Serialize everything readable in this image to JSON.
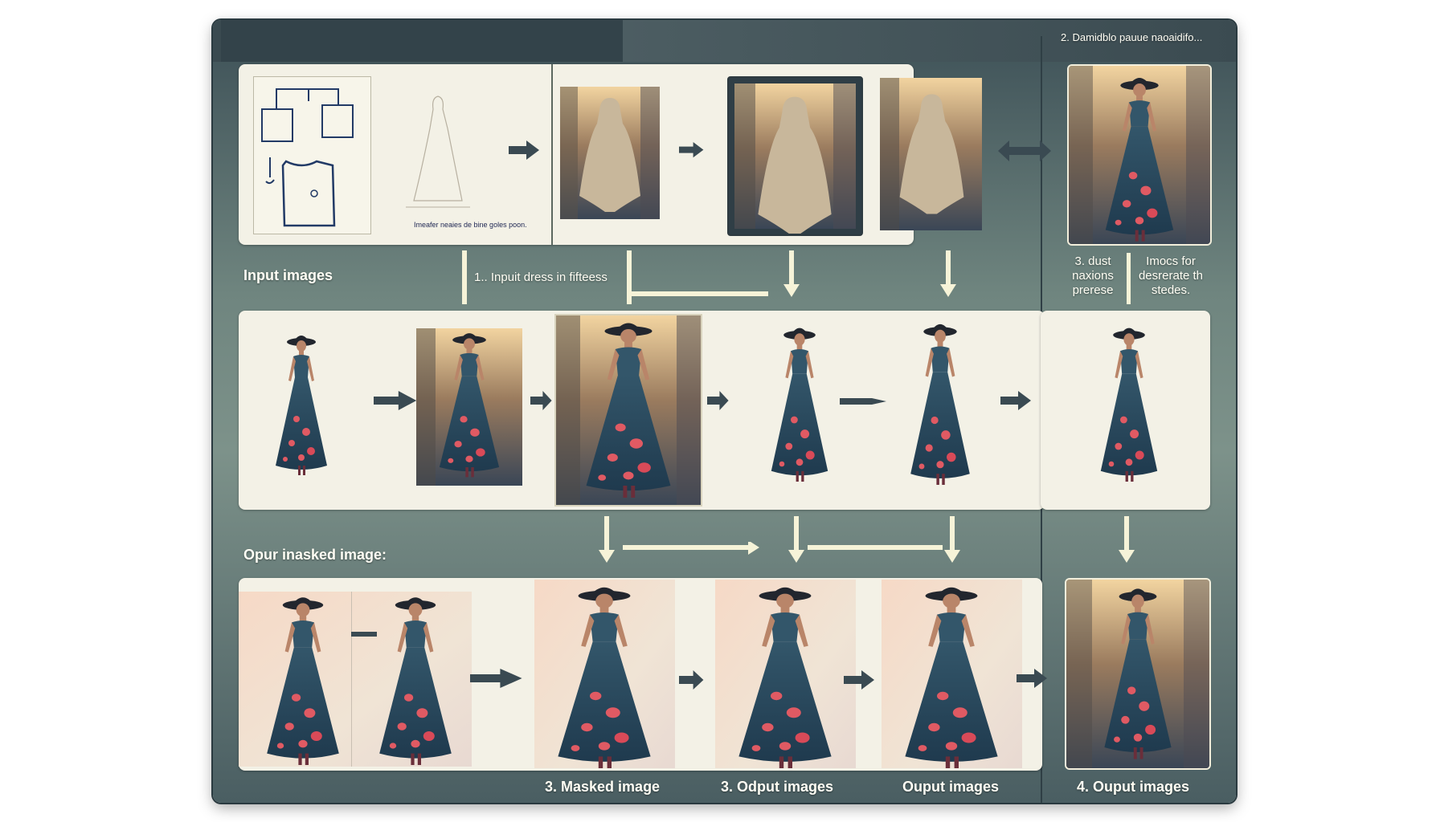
{
  "header": {
    "step_label": "2. Damidblo pauue naoaidifo..."
  },
  "row1": {
    "sketch_caption": "Imeafer neaies de bine goles poon.",
    "side_caption_a": "3. dust naxions prerese",
    "side_caption_b": "Imocs for desrerate th stedes."
  },
  "labels": {
    "input_images": "Input images",
    "step1": "1.. Inpuit dress in fifteess",
    "output_masked": "Opur inasked image:",
    "masked_image": "3. Masked image",
    "output_images_3": "3. Odput images",
    "output_images": "Ouput images",
    "output_images_4": "4. Ouput images"
  },
  "colors": {
    "board": "#5e726f",
    "panel": "#f3f1e6",
    "dress": "#2f4f64",
    "flower": "#e05a63",
    "hat": "#2a2a33",
    "arrow_dark": "#3a4a52",
    "arrow_light": "#f6f3d8"
  },
  "icons": [
    "arrow-right-icon",
    "arrow-down-icon",
    "arrow-double-icon",
    "woman-figure-icon",
    "silhouette-icon",
    "sketch-icon"
  ]
}
